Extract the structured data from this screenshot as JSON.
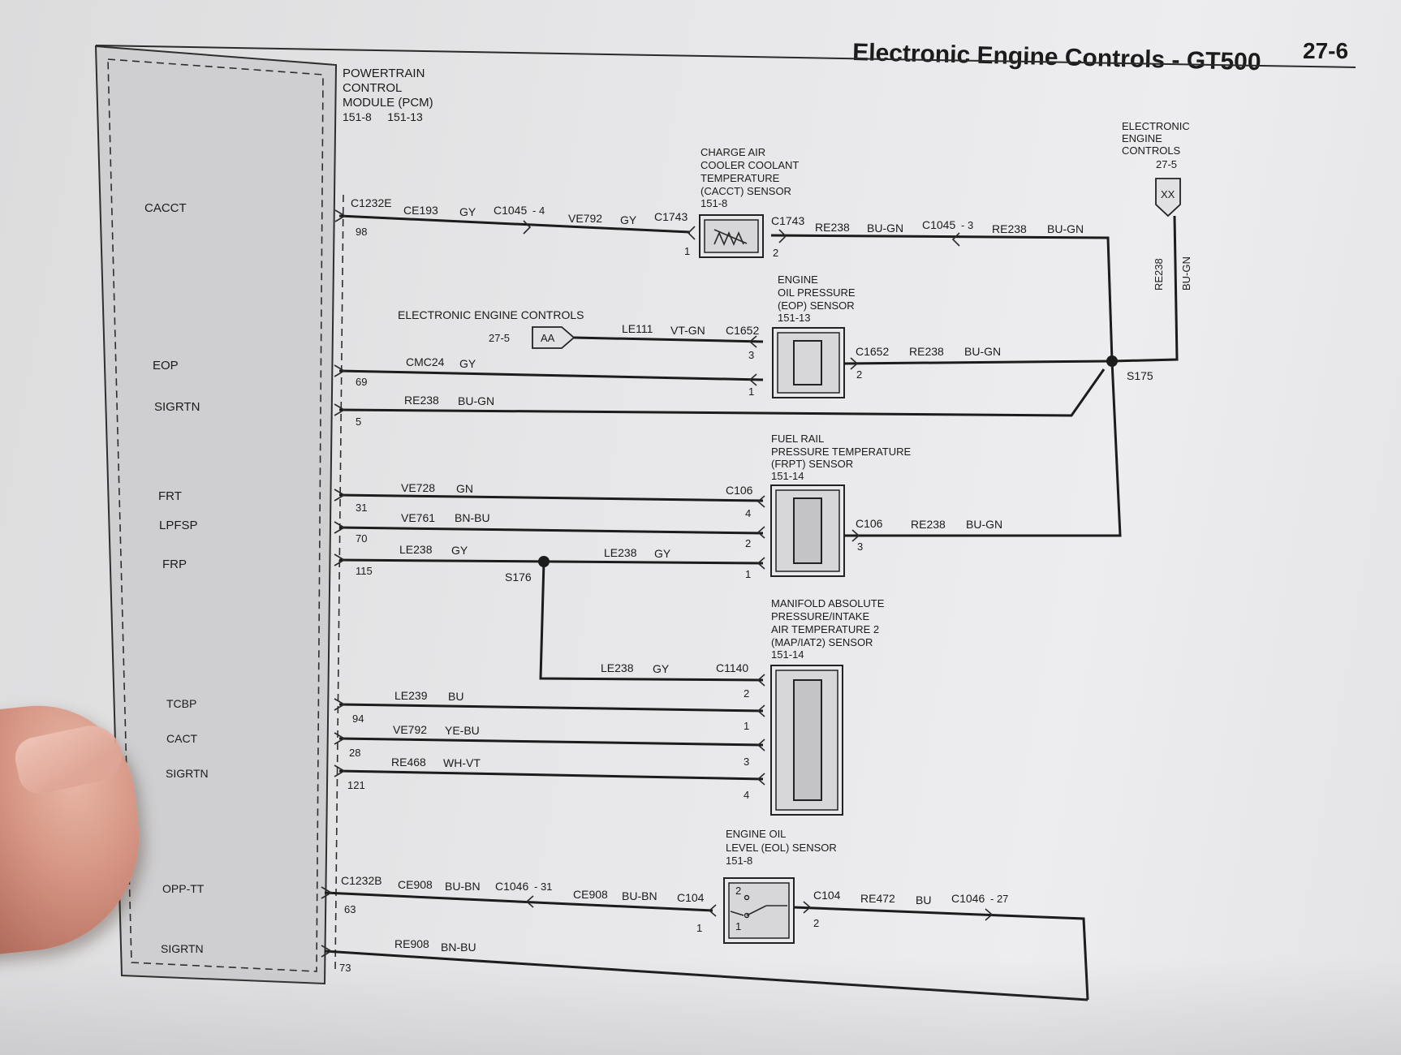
{
  "header": {
    "title": "Electronic Engine Controls - GT500",
    "page": "27-6"
  },
  "pcm": {
    "lines": [
      "POWERTRAIN",
      "CONTROL",
      "MODULE (PCM)"
    ],
    "refs": "151-8     151-13",
    "pins": {
      "cacct": "CACCT",
      "eop": "EOP",
      "sigrtn1": "SIGRTN",
      "frt": "FRT",
      "lpfsp": "LPFSP",
      "frp": "FRP",
      "tcbp": "TCBP",
      "cact": "CACT",
      "sigrtn2": "SIGRTN",
      "opp_tt": "OPP-TT",
      "sigrtn3": "SIGRTN"
    }
  },
  "ref_eec_right": {
    "lines": [
      "ELECTRONIC",
      "ENGINE",
      "CONTROLS"
    ],
    "page": "27-5",
    "tag": "XX"
  },
  "ref_eec_left": {
    "label": "ELECTRONIC ENGINE CONTROLS",
    "page": "27-5",
    "tag": "AA"
  },
  "cacct_sensor": {
    "lines": [
      "CHARGE AIR",
      "COOLER COOLANT",
      "TEMPERATURE",
      "(CACCT) SENSOR",
      "151-8"
    ],
    "pin1": "1",
    "pin2": "2"
  },
  "eop_sensor": {
    "lines": [
      "ENGINE",
      "OIL PRESSURE",
      "(EOP) SENSOR",
      "151-13"
    ],
    "pin1": "1",
    "pin2": "2",
    "pin3": "3"
  },
  "frpt_sensor": {
    "lines": [
      "FUEL RAIL",
      "PRESSURE TEMPERATURE",
      "(FRPT) SENSOR",
      "151-14"
    ],
    "pin1": "1",
    "pin2": "2",
    "pin3": "3",
    "pin4": "4"
  },
  "map_sensor": {
    "lines": [
      "MANIFOLD ABSOLUTE",
      "PRESSURE/INTAKE",
      "AIR TEMPERATURE 2",
      "(MAP/IAT2) SENSOR",
      "151-14"
    ],
    "pin1": "1",
    "pin2": "2",
    "pin3": "3",
    "pin4": "4"
  },
  "eol_sensor": {
    "lines": [
      "ENGINE OIL",
      "LEVEL (EOL) SENSOR",
      "151-8"
    ],
    "pin1": "1",
    "pin2": "2",
    "inner2": "2",
    "inner1": "1"
  },
  "wires": {
    "w1": {
      "conn": "C1232E",
      "pin": "98",
      "c1": "CE193",
      "col1": "GY",
      "conn2": "C1045",
      "conn2pin": "- 4",
      "c2": "VE792",
      "col2": "GY",
      "conn3": "C1743"
    },
    "w1r": {
      "conn": "C1743",
      "c1": "RE238",
      "col1": "BU-GN",
      "conn2": "C1045",
      "conn2pin": "- 3",
      "c2": "RE238",
      "col2": "BU-GN"
    },
    "vert_right": {
      "c": "RE238",
      "col": "BU-GN"
    },
    "w_le111": {
      "c": "LE111",
      "col": "VT-GN",
      "conn": "C1652"
    },
    "w_eop": {
      "c": "CMC24",
      "col": "GY",
      "pin": "69"
    },
    "w_eop_r": {
      "conn": "C1652",
      "c": "RE238",
      "col": "BU-GN"
    },
    "splice1": "S175",
    "w_sigrtn": {
      "c": "RE238",
      "col": "BU-GN",
      "pin": "5"
    },
    "w_frt": {
      "c": "VE728",
      "col": "GN",
      "pin": "31",
      "conn": "C106"
    },
    "w_lpfsp": {
      "c": "VE761",
      "col": "BN-BU",
      "pin": "70"
    },
    "w_frp": {
      "c": "LE238",
      "col": "GY",
      "pin": "115",
      "c2": "LE238",
      "col2": "GY"
    },
    "splice2": "S176",
    "w_frpt_r": {
      "conn": "C106",
      "c": "RE238",
      "col": "BU-GN"
    },
    "w_map_feed": {
      "c": "LE238",
      "col": "GY",
      "conn": "C1140"
    },
    "w_tcbp": {
      "c": "LE239",
      "col": "BU",
      "pin": "94"
    },
    "w_cact": {
      "c": "VE792",
      "col": "YE-BU",
      "pin": "28"
    },
    "w_sigrtn2": {
      "c": "RE468",
      "col": "WH-VT",
      "pin": "121"
    },
    "w_opp": {
      "conn": "C1232B",
      "pin": "63",
      "c1": "CE908",
      "col1": "BU-BN",
      "conn2": "C1046",
      "conn2pin": "- 31",
      "c2": "CE908",
      "col2": "BU-BN",
      "conn3": "C104"
    },
    "w_opp_r": {
      "conn": "C104",
      "c": "RE472",
      "col": "BU",
      "conn2": "C1046",
      "conn2pin": "- 27"
    },
    "w_sigrtn3": {
      "c": "RE908",
      "col": "BN-BU",
      "pin": "73"
    }
  }
}
